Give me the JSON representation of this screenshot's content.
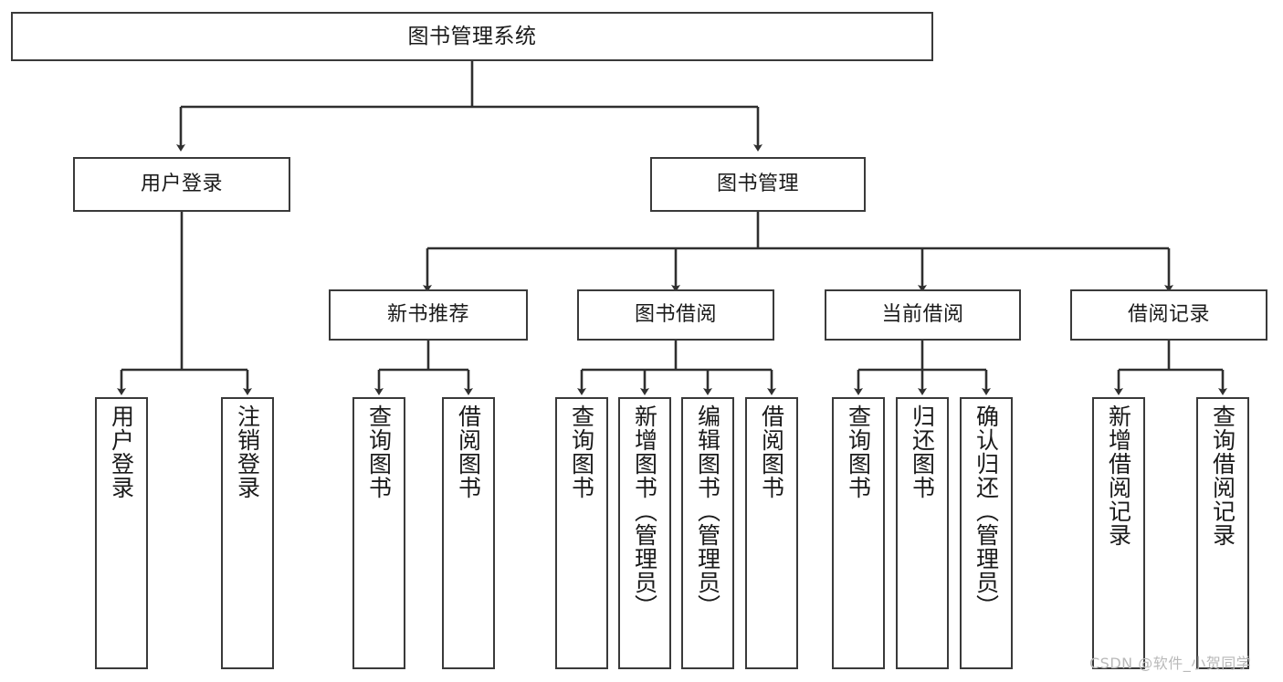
{
  "diagram": {
    "title": "图书管理系统",
    "watermark": "CSDN @软件_小贺同学",
    "stroke_color": "#3a3a3a",
    "background_color": "#ffffff",
    "root": {
      "label": "图书管理系统"
    },
    "level2": [
      {
        "label": "用户登录"
      },
      {
        "label": "图书管理"
      }
    ],
    "level3": [
      {
        "label": "新书推荐"
      },
      {
        "label": "图书借阅"
      },
      {
        "label": "当前借阅"
      },
      {
        "label": "借阅记录"
      }
    ],
    "leaves": {
      "user_login": [
        {
          "label": "用户登录"
        },
        {
          "label": "注销登录"
        }
      ],
      "new_book_recommend": [
        {
          "label": "查询图书"
        },
        {
          "label": "借阅图书"
        }
      ],
      "book_borrow": [
        {
          "label": "查询图书"
        },
        {
          "label": "新增图书（管理员）"
        },
        {
          "label": "编辑图书（管理员）"
        },
        {
          "label": "借阅图书"
        }
      ],
      "current_borrow": [
        {
          "label": "查询图书"
        },
        {
          "label": "归还图书"
        },
        {
          "label": "确认归还（管理员）"
        }
      ],
      "borrow_records": [
        {
          "label": "新增借阅记录"
        },
        {
          "label": "查询借阅记录"
        }
      ]
    }
  }
}
